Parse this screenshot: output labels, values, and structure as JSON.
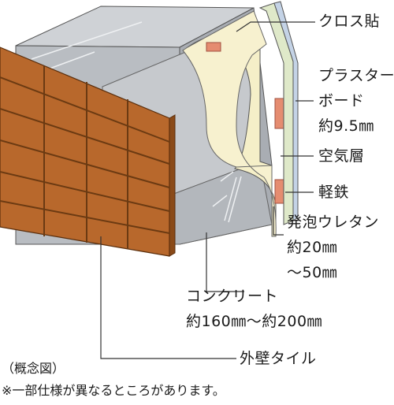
{
  "labels": {
    "cloth": "クロス貼",
    "plaster_line1": "プラスター",
    "plaster_line2": "ボード",
    "plaster_line3": "約9.5㎜",
    "air_layer": "空気層",
    "light_steel": "軽鉄",
    "urethane_line1": "発泡ウレタン",
    "urethane_line2": "約20㎜",
    "urethane_line3": "～50㎜",
    "concrete_line1": "コンクリート",
    "concrete_line2": "約160㎜～約200㎜",
    "exterior_tile": "外壁タイル"
  },
  "footnotes": {
    "concept": "（概念図）",
    "note": "※一部仕様が異なるところがあります。"
  },
  "colors": {
    "concrete_top": "#cfd2d6",
    "concrete_front": "#b9bdc2",
    "concrete_side": "#a9adb3",
    "urethane": "#f5efc8",
    "plaster": "#dfe9c9",
    "cloth": "#c4d3e6",
    "steel": "#e58c70",
    "tile": "#b8682c",
    "tile_dark": "#8a4a18",
    "outline": "#333333"
  }
}
